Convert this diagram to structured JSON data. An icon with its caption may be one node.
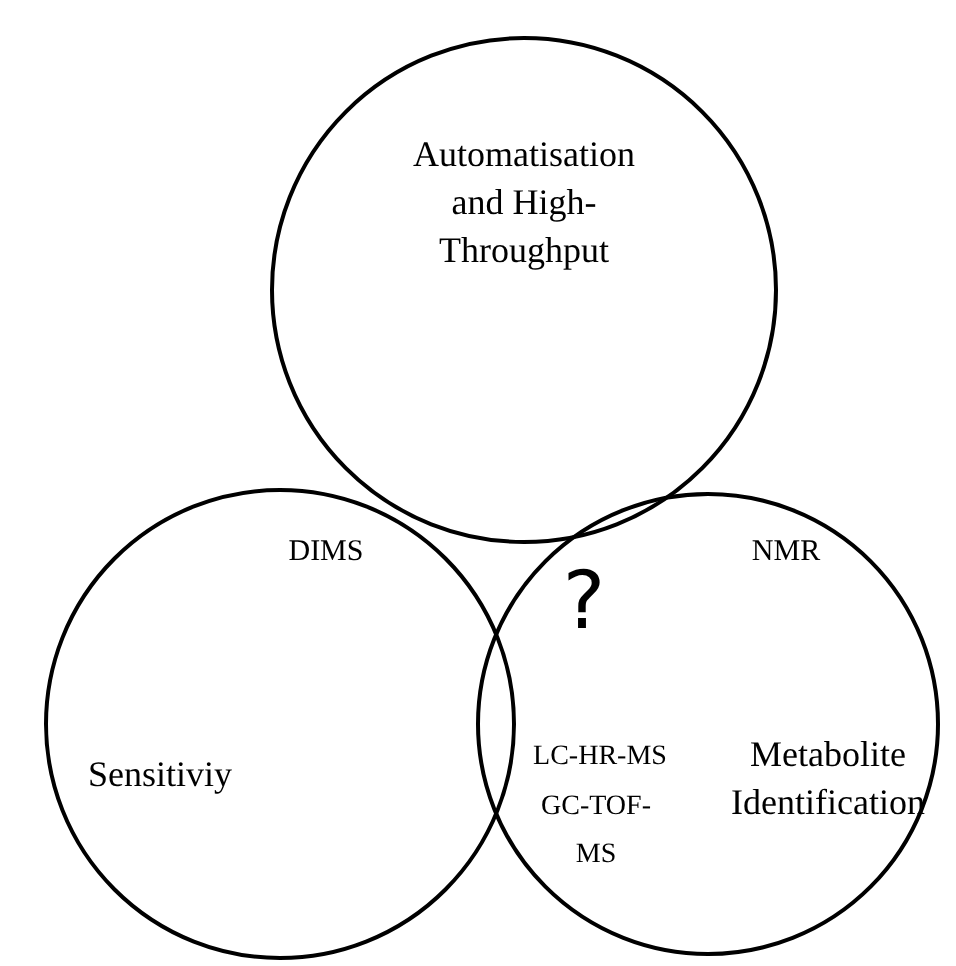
{
  "diagram": {
    "nodes": [
      {
        "text": [
          "Automatisation and High-Throughput"
        ]
      },
      {
        "text": [
          "Sensitiviy"
        ]
      },
      {
        "text": [
          "Metabolite Identification"
        ]
      }
    ],
    "edges": [],
    "labels": [
      "DIMS",
      "NMR",
      "?",
      "LC-HR-MS",
      "GC-TOF-MS"
    ]
  }
}
